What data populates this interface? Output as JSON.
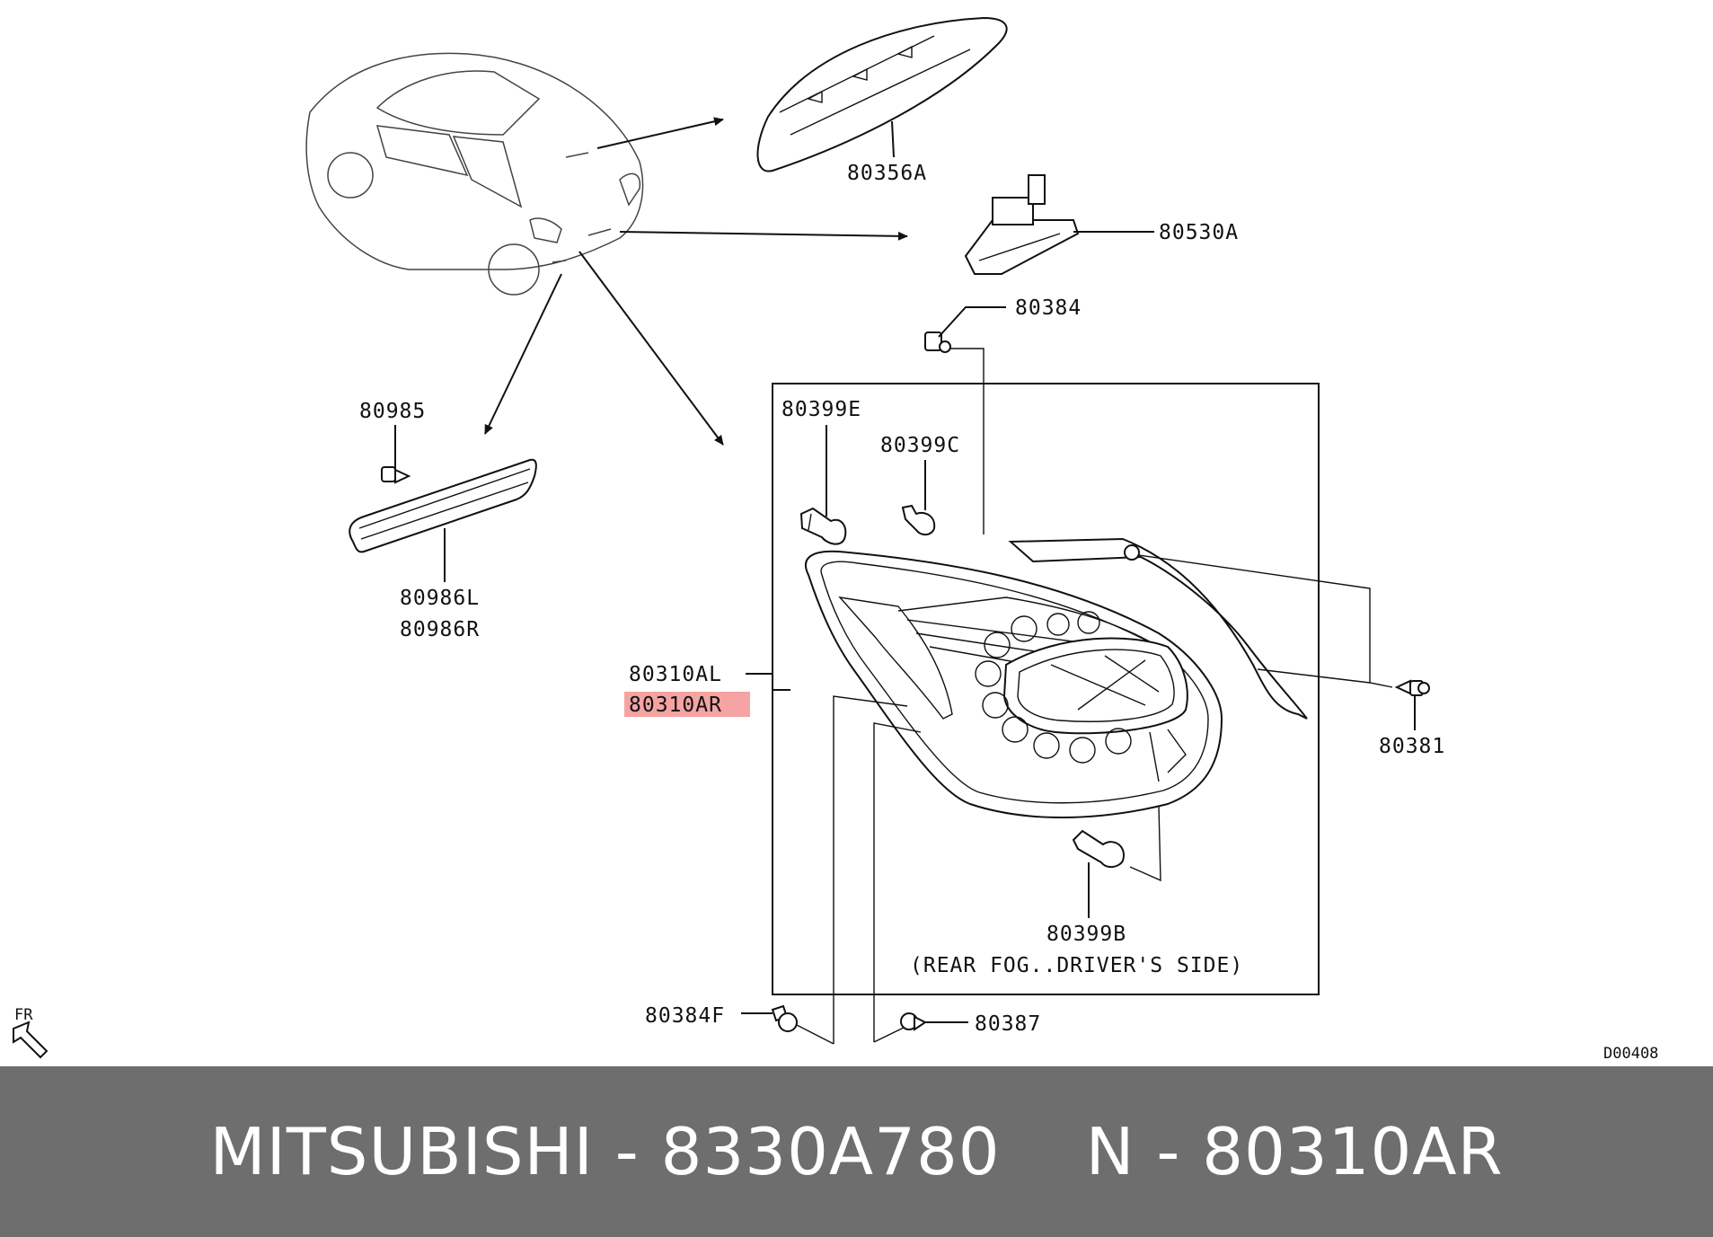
{
  "colors": {
    "footer_bg": "#6e6e6e",
    "highlight": "#f6a3a3",
    "ink": "#111111"
  },
  "labels": {
    "p80356A": "80356A",
    "p80530A": "80530A",
    "p80384": "80384",
    "p80985": "80985",
    "p80986L": "80986L",
    "p80986R": "80986R",
    "p80399E": "80399E",
    "p80399C": "80399C",
    "p80310AL": "80310AL",
    "p80310AR": "80310AR",
    "p80381": "80381",
    "p80399B": "80399B",
    "rear_fog_note": "(REAR FOG..DRIVER'S SIDE)",
    "p80384F": "80384F",
    "p80387": "80387",
    "fr": "FR",
    "diagram_code": "D00408"
  },
  "footer": {
    "brand_part": "MITSUBISHI - 8330A780",
    "ref_part": "N - 80310AR"
  }
}
